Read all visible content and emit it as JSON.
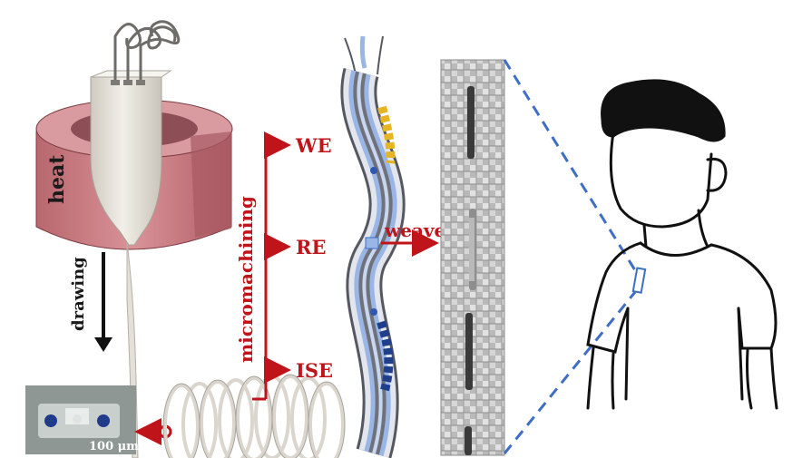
{
  "labels": {
    "heat": "heat",
    "drawing": "drawing",
    "micromachining": "micromachining",
    "we": "WE",
    "re": "RE",
    "ise": "ISE",
    "weave": "weave",
    "scale": "100 μm"
  },
  "colors": {
    "accent_red": "#c0141b",
    "heater_pink": "#c47a80",
    "preform_white": "#e9e6df",
    "fiber_blue": "#9ab6e6",
    "fiber_dark": "#555860",
    "we_segment": "#e6b526",
    "ise_segment": "#1f3f8c",
    "dashed_line": "#3f6fc4"
  },
  "icons": {
    "heater": "heater-ring-icon",
    "preform": "fiber-preform-icon",
    "fiber": "multifunctional-fiber-icon",
    "fabric": "woven-fabric-photo",
    "person": "person-wearing-shirt-icon"
  }
}
